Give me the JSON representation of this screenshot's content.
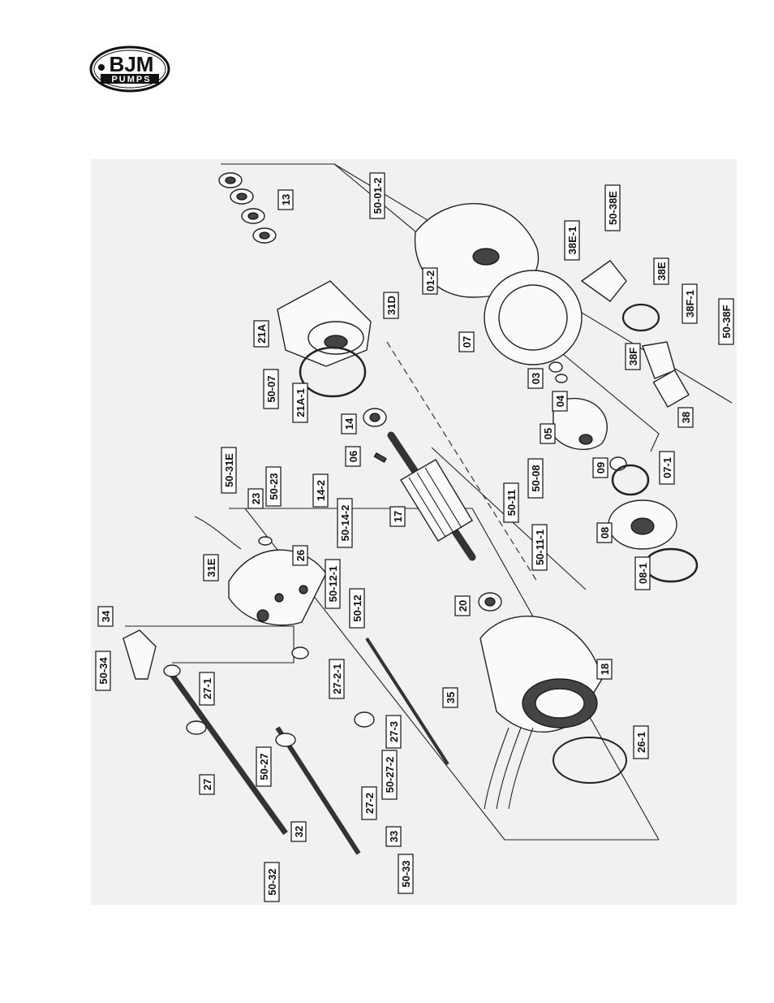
{
  "logo": {
    "line1": "BJM",
    "line2": "PUMPS"
  },
  "labels": [
    "13",
    "21A",
    "31D",
    "50-07",
    "21A-1",
    "50-01-2",
    "01-2",
    "07",
    "03",
    "04",
    "05",
    "09",
    "14",
    "06",
    "17",
    "20",
    "18",
    "26-1",
    "08",
    "08-1",
    "07-1",
    "50-08",
    "50-11",
    "50-11-1",
    "38E-1",
    "50-38E",
    "38E",
    "38E-1",
    "38F-1",
    "50-38F",
    "38F",
    "38",
    "50-31E",
    "50-23",
    "23",
    "31E",
    "26",
    "14-2",
    "50-14-2",
    "50-12-1",
    "50-12",
    "34",
    "50-34",
    "27-1",
    "27-2-1",
    "35",
    "27-3",
    "50-27",
    "50-27-2",
    "27",
    "27-2",
    "32",
    "50-32",
    "33",
    "50-33"
  ]
}
